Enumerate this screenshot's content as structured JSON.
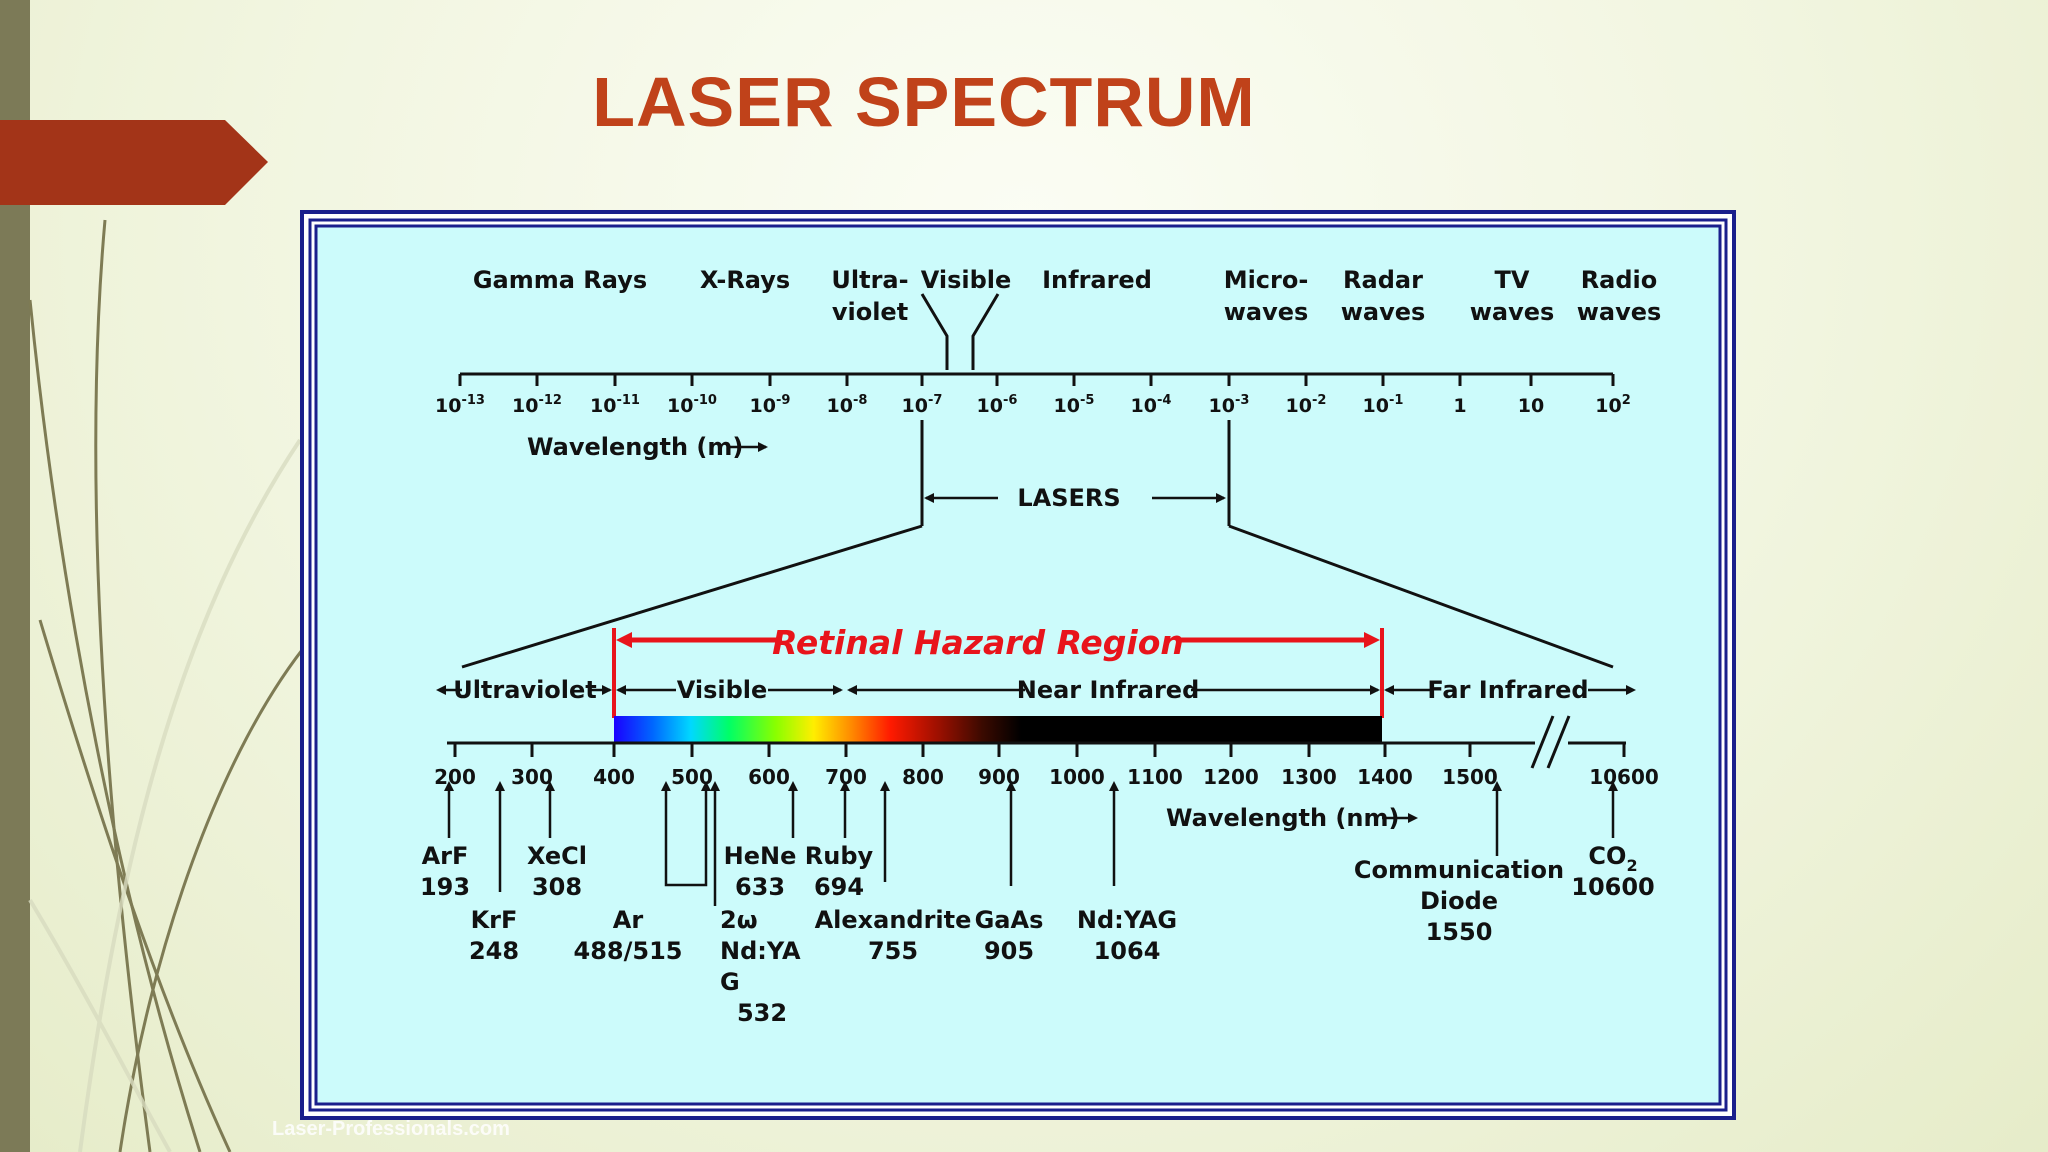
{
  "title": "LASER SPECTRUM",
  "watermark": "Laser-Professionals.com",
  "colors": {
    "title": "#c0421a",
    "accent_tab": "#a33418",
    "panel_bg": "#ccfbfb",
    "panel_border": "#1a1f8c",
    "hazard": "#e8141b"
  },
  "em_spectrum": {
    "bands": [
      {
        "l1": "Gamma Rays",
        "l2": ""
      },
      {
        "l1": "X-Rays",
        "l2": ""
      },
      {
        "l1": "Ultra-",
        "l2": "violet"
      },
      {
        "l1": "Visible",
        "l2": ""
      },
      {
        "l1": "Infrared",
        "l2": ""
      },
      {
        "l1": "Micro-",
        "l2": "waves"
      },
      {
        "l1": "Radar",
        "l2": "waves"
      },
      {
        "l1": "TV",
        "l2": "waves"
      },
      {
        "l1": "Radio",
        "l2": "waves"
      }
    ],
    "ticks": [
      {
        "base": "10",
        "exp": "-13"
      },
      {
        "base": "10",
        "exp": "-12"
      },
      {
        "base": "10",
        "exp": "-11"
      },
      {
        "base": "10",
        "exp": "-10"
      },
      {
        "base": "10",
        "exp": "-9"
      },
      {
        "base": "10",
        "exp": "-8"
      },
      {
        "base": "10",
        "exp": "-7"
      },
      {
        "base": "10",
        "exp": "-6"
      },
      {
        "base": "10",
        "exp": "-5"
      },
      {
        "base": "10",
        "exp": "-4"
      },
      {
        "base": "10",
        "exp": "-3"
      },
      {
        "base": "10",
        "exp": "-2"
      },
      {
        "base": "10",
        "exp": "-1"
      },
      {
        "base": "1",
        "exp": ""
      },
      {
        "base": "10",
        "exp": ""
      },
      {
        "base": "10",
        "exp": "2"
      }
    ],
    "axis_label": "Wavelength (m)",
    "lasers_label": "LASERS"
  },
  "laser_region": {
    "hazard_label": "Retinal Hazard Region",
    "regions": [
      "Ultraviolet",
      "Visible",
      "Near Infrared",
      "Far Infrared"
    ],
    "ticks": [
      "200",
      "300",
      "400",
      "500",
      "600",
      "700",
      "800",
      "900",
      "1000",
      "1100",
      "1200",
      "1300",
      "1400",
      "1500",
      "10600"
    ],
    "axis_label": "Wavelength (nm)",
    "lasers": [
      {
        "name": "ArF",
        "value": "193"
      },
      {
        "name": "KrF",
        "value": "248"
      },
      {
        "name": "XeCl",
        "value": "308"
      },
      {
        "name": "Ar",
        "value": "488/515"
      },
      {
        "name": "2ω",
        "name2": "Nd:YA",
        "name3": "G",
        "value": "532"
      },
      {
        "name": "HeNe",
        "value": "633"
      },
      {
        "name": "Ruby",
        "value": "694"
      },
      {
        "name": "Alexandrite",
        "value": "755"
      },
      {
        "name": "GaAs",
        "value": "905"
      },
      {
        "name": "Nd:YAG",
        "value": "1064"
      },
      {
        "name": "Communication",
        "name2": "Diode",
        "value": "1550"
      },
      {
        "name": "CO",
        "sub": "2",
        "value": "10600"
      }
    ]
  }
}
